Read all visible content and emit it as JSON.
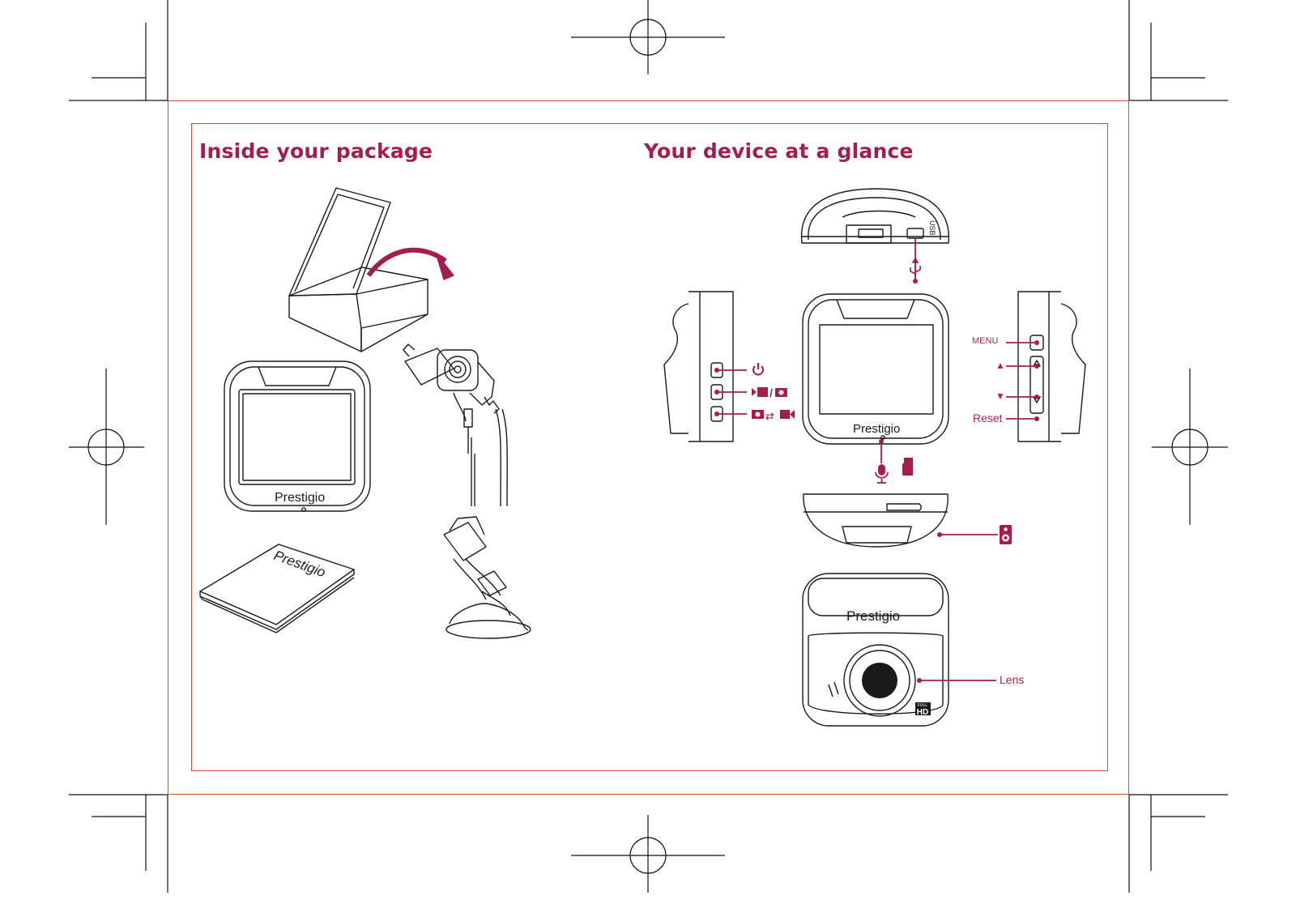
{
  "sections": {
    "left_title": "Inside your package",
    "right_title": "Your device at a glance"
  },
  "brand": "Prestigio",
  "device_labels": {
    "usb": "USB",
    "menu": "MENU",
    "up": "▲",
    "down": "▼",
    "reset": "Reset",
    "lens": "Lens",
    "full": "FULL",
    "hd": "HD"
  },
  "colors": {
    "accent": "#a31f4a",
    "frame": "#d94a3a",
    "line": "#1a1a1a"
  },
  "icons": [
    "power-icon",
    "video-photo-mode-icon",
    "photo-video-switch-icon",
    "usb-icon",
    "microphone-icon",
    "memory-card-icon",
    "speaker-icon",
    "box-icon",
    "camera-icon",
    "car-charger-icon",
    "manual-icon",
    "mount-icon"
  ]
}
